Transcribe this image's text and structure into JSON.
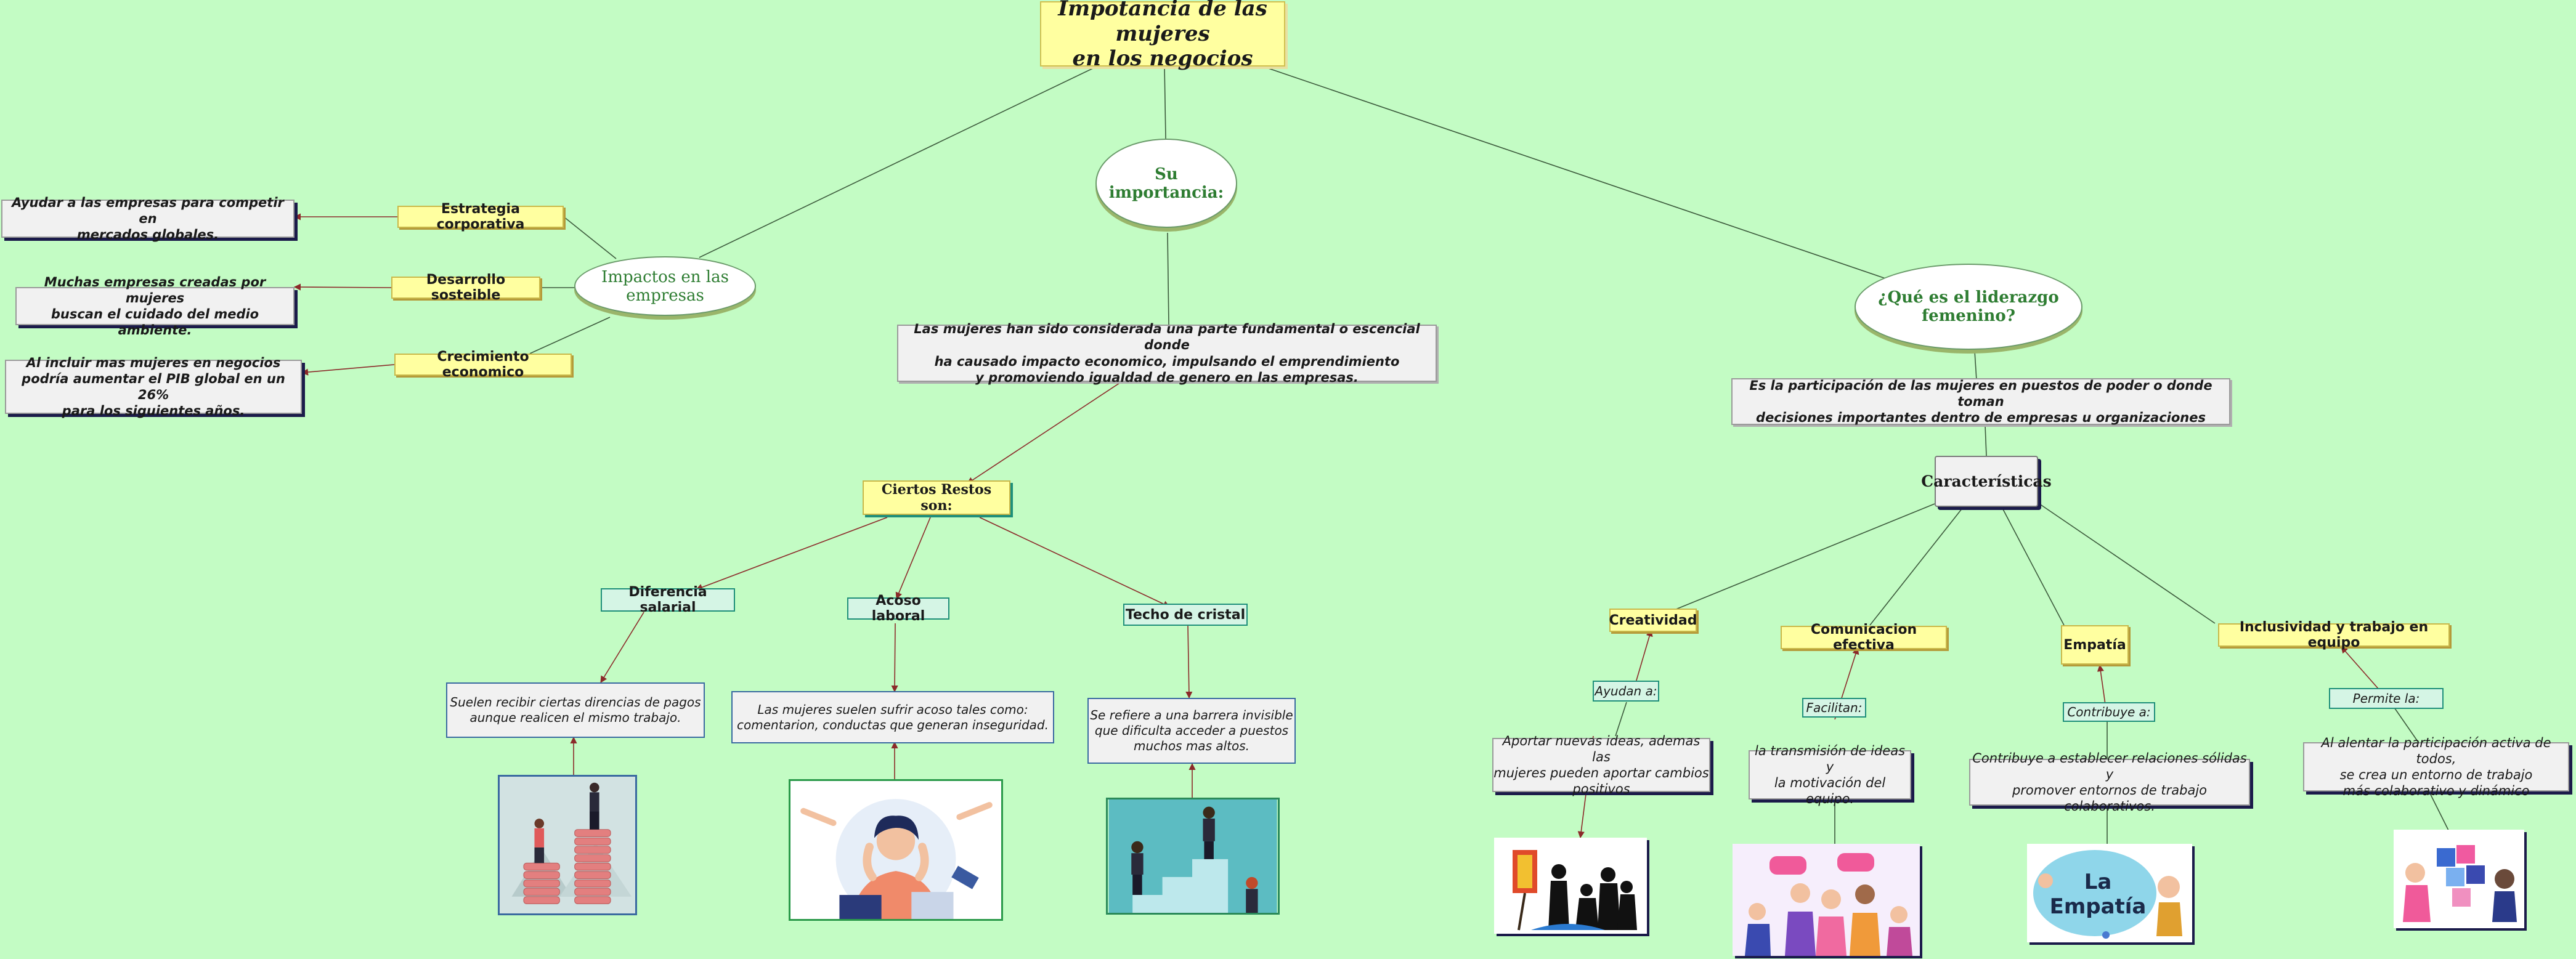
{
  "title": "Impotancia de las mujeres\nen los negocios",
  "branches": {
    "impactos": "Impactos en las empresas",
    "importancia": "Su importancia:",
    "liderazgo": "¿Qué es el liderazgo femenino?"
  },
  "impactos": {
    "items": [
      {
        "label": "Estrategia corporativa",
        "text": "Ayudar a las empresas para competir en\nmercados globales."
      },
      {
        "label": "Desarrollo sosteible",
        "text": "Muchas empresas creadas por mujeres\nbuscan el cuidado del medio ambiente."
      },
      {
        "label": "Crecimiento economico",
        "text": "Al incluir mas mujeres en negocios\npodría aumentar el PIB global en un 26%\npara los siguientes años."
      }
    ]
  },
  "importancia": {
    "text": "Las mujeres han sido considerada una parte fundamental o escencial donde\nha causado impacto economico, impulsando el emprendimiento\ny promoviendo igualdad de genero en las empresas.",
    "retos": "Ciertos Restos son:",
    "items": [
      {
        "label": "Diferencia salarial",
        "text": "Suelen recibir ciertas direncias de pagos\naunque realicen el mismo trabajo."
      },
      {
        "label": "Acoso laboral",
        "text": "Las mujeres suelen sufrir acoso tales como:\ncomentarion, conductas que generan inseguridad."
      },
      {
        "label": "Techo de cristal",
        "text": "Se refiere a una barrera invisible\nque dificulta acceder a puestos\nmuchos mas altos."
      }
    ]
  },
  "liderazgo": {
    "text": "Es la participación de las mujeres en puestos de poder o donde toman\ndecisiones importantes dentro de empresas u organizaciones",
    "caracteristicas": "Características",
    "items": [
      {
        "label": "Creatividad",
        "connector": "Ayudan a:",
        "text": "Aportar nuevas ideas, ademas las\nmujeres pueden aportar cambios\npositivos"
      },
      {
        "label": "Comunicacion efectiva",
        "connector": "Facilitan:",
        "text": "la transmisión de ideas y\nla motivación del equipo."
      },
      {
        "label": "Empatía",
        "connector": "Contribuye a:",
        "text": "Contribuye a establecer relaciones sólidas y\npromover entornos de trabajo colaborativos."
      },
      {
        "label": "Inclusividad y trabajo en equipo",
        "connector": "Permite la:",
        "text": "Al alentar la participación activa de todos,\nse crea un entorno de trabajo\nmás colaborativo y dinámico"
      }
    ]
  },
  "images": {
    "empatia_caption": "La Empatía"
  }
}
